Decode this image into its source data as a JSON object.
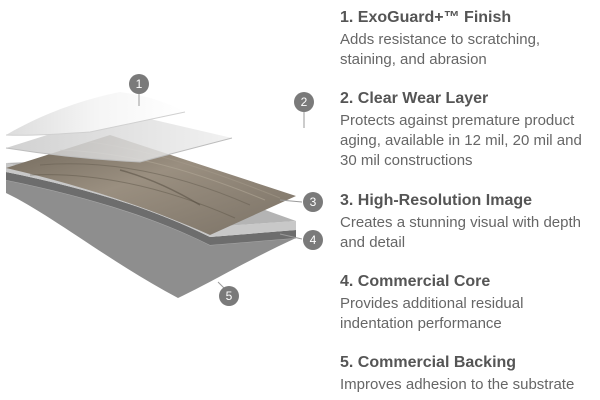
{
  "layers": [
    {
      "number": "1",
      "title": "1. ExoGuard+™ Finish",
      "description": "Adds resistance to scratching, staining, and abrasion"
    },
    {
      "number": "2",
      "title": "2. Clear Wear Layer",
      "description": "Protects against premature product aging, available in 12 mil, 20 mil and 30 mil constructions"
    },
    {
      "number": "3",
      "title": "3. High-Resolution Image",
      "description": "Creates a stunning visual with depth and detail"
    },
    {
      "number": "4",
      "title": "4. Commercial Core",
      "description": "Provides additional residual indentation performance"
    },
    {
      "number": "5",
      "title": "5. Commercial Backing",
      "description": "Improves adhesion to the substrate"
    }
  ],
  "colors": {
    "callout_badge": "#7a7a7a",
    "backing": "#8e8e8e",
    "core": "#c8c8c8",
    "wood_image": "#8f8475",
    "wear_layer": "#e4e4e4",
    "finish": "#f4f4f4",
    "text": "#5a5a5a"
  }
}
